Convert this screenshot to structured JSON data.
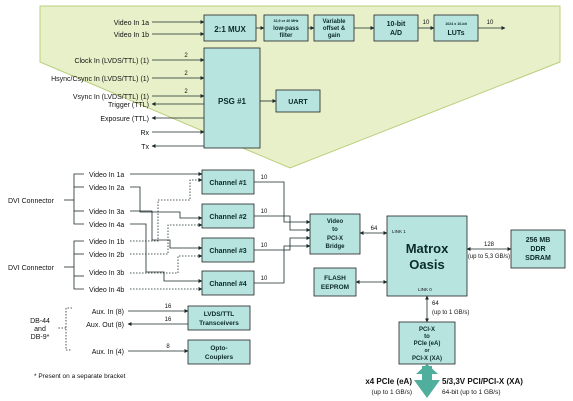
{
  "colors": {
    "panel_fill": "#e7f0c9",
    "panel_stroke": "#b9cf7c",
    "box_fill": "#b7e4df",
    "box_stroke": "#222222",
    "wire": "#1a2a2a",
    "pcie_arrow": "#4fae9c"
  },
  "top_panel": {
    "video_in_1a": "Video In 1a",
    "video_in_1b": "Video In 1b",
    "mux": "2:1 MUX",
    "filter_l1": "32,9 or 40 MHz",
    "filter_l2": "low-pass",
    "filter_l3": "filter",
    "offset_l1": "Variable",
    "offset_l2": "offset &",
    "offset_l3": "gain",
    "ad_l1": "10-bit",
    "ad_l2": "A/D",
    "luts_l1": "1024 x 10-bit",
    "luts_l2": "LUTs",
    "bus_ad": "10",
    "bus_luts": "10",
    "clock_in": "Clock In (LVDS/TTL) (1)",
    "hsync_in": "Hsync/Csync In (LVDS/TTL) (1)",
    "vsync_in": "Vsync In (LVDS/TTL) (1)",
    "trigger": "Trigger (TTL)",
    "exposure": "Exposure (TTL)",
    "rx": "Rx",
    "tx": "Tx",
    "num_clock": "2",
    "num_hsync": "2",
    "num_vsync": "2",
    "psg": "PSG #1",
    "uart": "UART"
  },
  "inputs": {
    "dvi_connector_1": "DVI Connector",
    "dvi_connector_2": "DVI Connector",
    "in_1a": "Video In 1a",
    "in_2a": "Video In 2a",
    "in_3a": "Video In 3a",
    "in_4a": "Video In 4a",
    "in_1b": "Video In 1b",
    "in_2b": "Video In 2b",
    "in_3b": "Video In 3b",
    "in_4b": "Video In 4b"
  },
  "channels": {
    "ch1": "Channel #1",
    "ch2": "Channel #2",
    "ch3": "Channel #3",
    "ch4": "Channel #4",
    "bus1": "10",
    "bus2": "10",
    "bus3": "10",
    "bus4": "10"
  },
  "core": {
    "bridge_l1": "Video",
    "bridge_l2": "to",
    "bridge_l3": "PCI-X",
    "bridge_l4": "Bridge",
    "bus_bridge": "64",
    "flash_l1": "FLASH",
    "flash_l2": "EEPROM",
    "oasis_l1": "Matrox",
    "oasis_l2": "Oasis",
    "link1": "LINK 1",
    "link0": "LINK 0",
    "bus_sdram": "128",
    "sdram_rate": "(up to 5,3 GB/s)",
    "sdram_l1": "256 MB",
    "sdram_l2": "DDR",
    "sdram_l3": "SDRAM",
    "bus_pci": "64",
    "pci_rate": "(up to 1 GB/s)"
  },
  "pci_bridge": {
    "l1": "PCI-X",
    "l2": "to",
    "l3": "PCIe (eA)",
    "l4": "or",
    "l5": "PCI-X (XA)"
  },
  "aux": {
    "group_l1": "DB-44",
    "group_l2": "and",
    "group_l3": "DB-9*",
    "aux_in8": "Aux. In (8)",
    "aux_out8": "Aux. Out (8)",
    "aux_in4": "Aux. In (4)",
    "num_in8": "16",
    "num_out8": "16",
    "num_in4": "8",
    "lvds_l1": "LVDS/TTL",
    "lvds_l2": "Transceivers",
    "opto_l1": "Opto-",
    "opto_l2": "Couplers",
    "footnote": "* Present on a separate bracket"
  },
  "bottom": {
    "x4_l1": "x4 PCIe (eA)",
    "x4_l2": "(up to 1 GB/s)",
    "v_l1": "5/3,3V PCI/PCI-X (XA)",
    "v_l2": "64-bit (up to 1 GB/s)"
  }
}
